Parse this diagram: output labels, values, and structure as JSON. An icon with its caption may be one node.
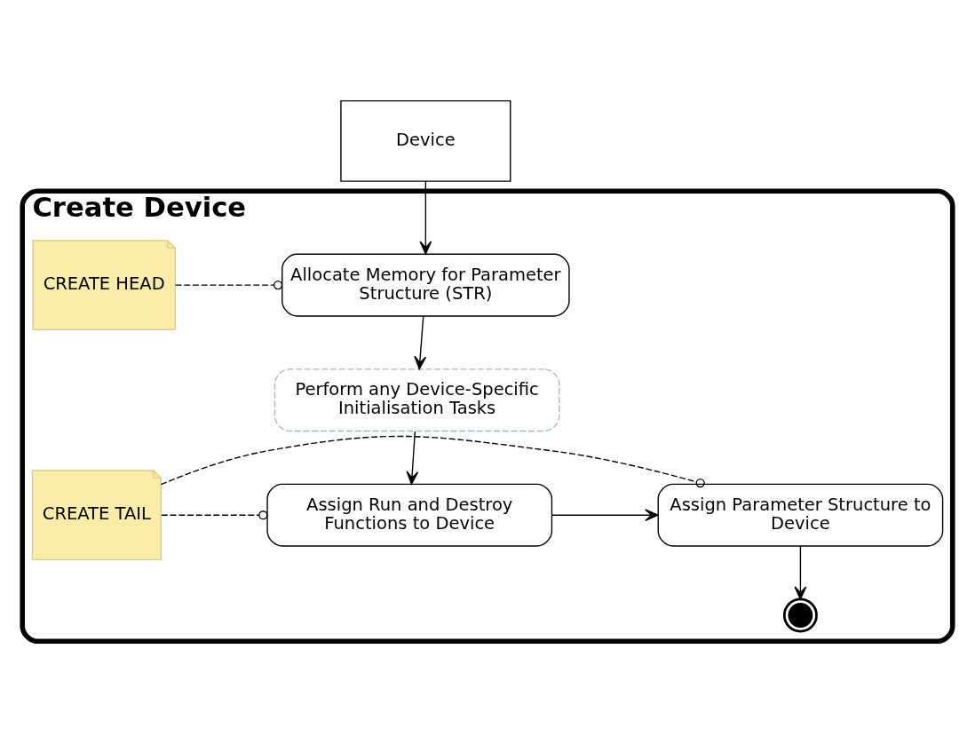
{
  "diagram": {
    "nodes": [
      {
        "text": [
          "Create Device"
        ]
      },
      {
        "text": [
          "Device"
        ]
      },
      {
        "text": [
          "Allocate Memory for Parameter Structure (STR)"
        ],
        "in": 0
      },
      {
        "text": [
          "Perform any Device-Specific Initialisation Tasks"
        ],
        "in": 0
      },
      {
        "text": [
          "Assign Run and Destroy Functions to Device"
        ],
        "in": 0
      },
      {
        "text": [
          "Assign Parameter Structure to Device"
        ],
        "in": 0
      },
      {
        "text": [],
        "shape": "circle",
        "in": 0
      },
      {
        "text": [
          "CREATE HEAD"
        ],
        "in": 0
      },
      {
        "text": [
          "CREATE TAIL"
        ],
        "in": 0
      }
    ],
    "edges": [
      {
        "from": 1,
        "to": 2,
        "arrow": "to"
      },
      {
        "from": 2,
        "to": 3,
        "arrow": "to"
      },
      {
        "from": 3,
        "to": 4,
        "arrow": "to"
      },
      {
        "from": 4,
        "to": 5,
        "arrow": "to"
      },
      {
        "from": 5,
        "to": 6,
        "arrow": "to"
      },
      {
        "from": 7,
        "to": 2,
        "arrow": "other",
        "style": "dashed"
      },
      {
        "from": 8,
        "to": 4,
        "arrow": "other",
        "style": "dashed"
      },
      {
        "from": 8,
        "to": 5,
        "arrow": "other",
        "style": "dashed"
      }
    ]
  }
}
